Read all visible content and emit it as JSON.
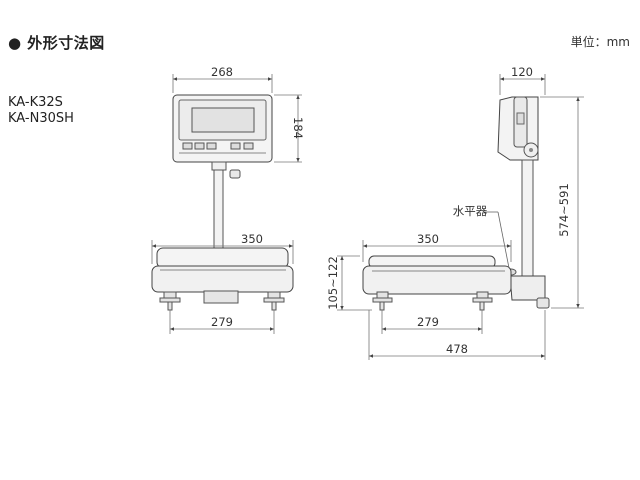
{
  "header": {
    "title": "● 外形寸法図",
    "unit_label": "単位：mm"
  },
  "models": [
    "KA-K32S",
    "KA-N30SH"
  ],
  "front_view": {
    "display_width": "268",
    "display_height": "184",
    "platform_width": "350",
    "foot_spacing": "279"
  },
  "side_view": {
    "depth_head": "120",
    "overall_height": "574~591",
    "level_label": "水平器",
    "platform_depth": "350",
    "platform_height": "105~122",
    "foot_spacing": "279",
    "overall_depth": "478"
  }
}
